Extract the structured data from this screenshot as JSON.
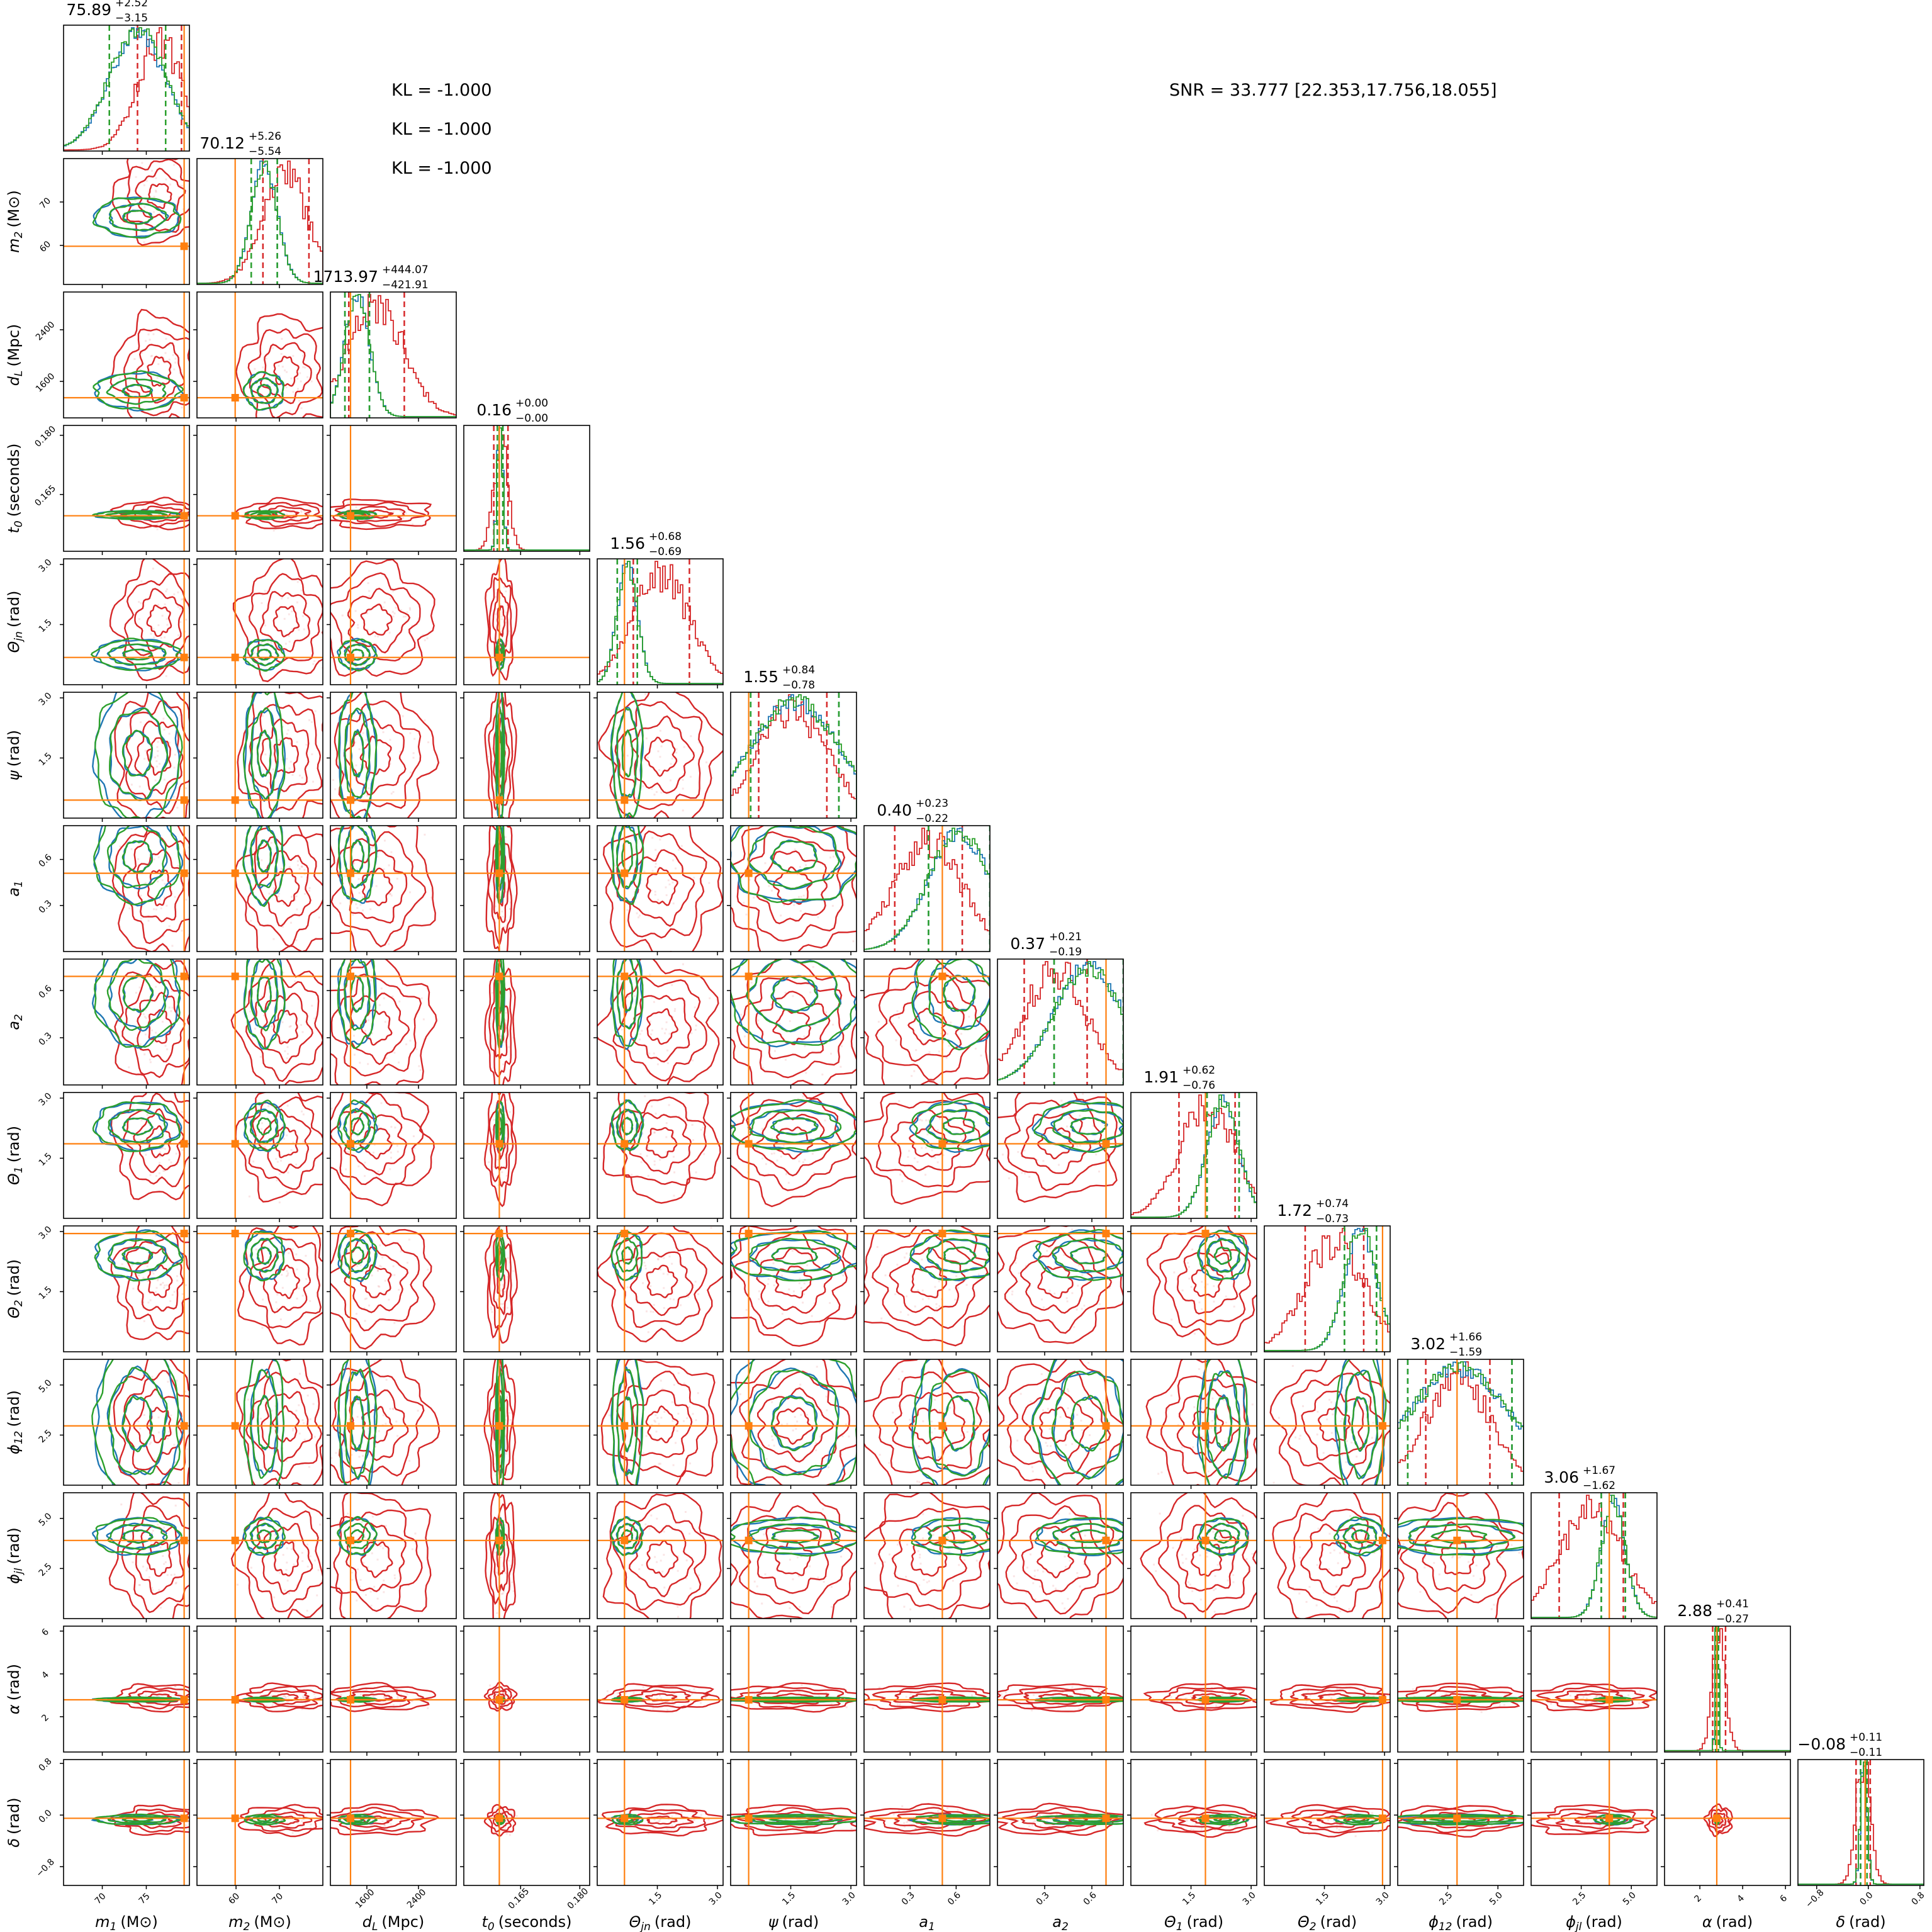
{
  "annotations": {
    "kl": [
      "KL = -1.000",
      "KL = -1.000",
      "KL = -1.000"
    ],
    "snr": "SNR = 33.777 [22.353,17.756,18.055]"
  },
  "colors": {
    "red": "#d62728",
    "blue": "#1f77b4",
    "green": "#2ca02c",
    "truth": "#ff7f0e"
  },
  "chart_data": {
    "type": "corner",
    "title": "",
    "series": [
      "red",
      "blue",
      "green"
    ],
    "parameters": [
      {
        "key": "m1",
        "label": {
          "sym": "m",
          "sub": "1",
          "unit": "(M⊙)"
        },
        "title": {
          "median": "75.89",
          "plus": "+2.52",
          "minus": "−3.15"
        },
        "ticks": [
          70,
          75
        ],
        "tick_labels": [
          "70",
          "75"
        ],
        "range": [
          65.6,
          79.9
        ],
        "truth": 79.3,
        "posterior": {
          "red": [
            76.5,
            2.5
          ],
          "blue": [
            74.0,
            3.2
          ],
          "green": [
            74.0,
            3.2
          ]
        }
      },
      {
        "key": "m2",
        "label": {
          "sym": "m",
          "sub": "2",
          "unit": "(M⊙)"
        },
        "title": {
          "median": "70.12",
          "plus": "+5.26",
          "minus": "−5.54"
        },
        "ticks": [
          60,
          70
        ],
        "tick_labels": [
          "60",
          "70"
        ],
        "range": [
          51,
          80
        ],
        "truth": 59.8,
        "posterior": {
          "red": [
            71.5,
            5.3
          ],
          "blue": [
            66.5,
            3.0
          ],
          "green": [
            66.5,
            3.0
          ]
        }
      },
      {
        "key": "dL",
        "label": {
          "sym": "d",
          "sub": "L",
          "unit": "(Mpc)"
        },
        "title": {
          "median": "1713.97",
          "plus": "+444.07",
          "minus": "−421.91"
        },
        "ticks": [
          1600,
          2400
        ],
        "tick_labels": [
          "1600",
          "2400"
        ],
        "range": [
          1035,
          2985
        ],
        "truth": 1347,
        "posterior": {
          "red": [
            1750,
            430
          ],
          "blue": [
            1450,
            190
          ],
          "green": [
            1450,
            190
          ]
        }
      },
      {
        "key": "t0",
        "label": {
          "sym": "t",
          "sub": "0",
          "unit": "(seconds)"
        },
        "title": {
          "median": "0.16",
          "plus": "+0.00",
          "minus": "−0.00"
        },
        "ticks": [
          0.165,
          0.18
        ],
        "tick_labels": [
          "0.165",
          "0.180"
        ],
        "range": [
          0.1506,
          0.1825
        ],
        "truth": 0.1596,
        "posterior": {
          "red": [
            0.16,
            0.0018
          ],
          "blue": [
            0.1598,
            0.0007
          ],
          "green": [
            0.1598,
            0.0007
          ]
        }
      },
      {
        "key": "theta_jn",
        "label": {
          "sym": "Θ",
          "sub": "jn",
          "unit": "(rad)"
        },
        "title": {
          "median": "1.56",
          "plus": "+0.68",
          "minus": "−0.69"
        },
        "ticks": [
          1.5,
          3.0
        ],
        "tick_labels": [
          "1.5",
          "3.0"
        ],
        "range": [
          0,
          3.14
        ],
        "truth": 0.68,
        "posterior": {
          "red": [
            1.6,
            0.7
          ],
          "blue": [
            0.75,
            0.25
          ],
          "green": [
            0.75,
            0.25
          ]
        }
      },
      {
        "key": "psi",
        "label": {
          "sym": "ψ",
          "sub": "",
          "unit": "(rad)"
        },
        "title": {
          "median": "1.55",
          "plus": "+0.84",
          "minus": "−0.78"
        },
        "ticks": [
          1.5,
          3.0
        ],
        "tick_labels": [
          "1.5",
          "3.0"
        ],
        "range": [
          0,
          3.14
        ],
        "truth": 0.45,
        "posterior": {
          "red": [
            1.55,
            0.85
          ],
          "blue": [
            1.6,
            1.1
          ],
          "green": [
            1.6,
            1.1
          ]
        }
      },
      {
        "key": "a1",
        "label": {
          "sym": "a",
          "sub": "1",
          "unit": ""
        },
        "title": {
          "median": "0.40",
          "plus": "+0.23",
          "minus": "−0.22"
        },
        "ticks": [
          0.3,
          0.6
        ],
        "tick_labels": [
          "0.3",
          "0.6"
        ],
        "range": [
          0,
          0.82
        ],
        "truth": 0.51,
        "posterior": {
          "red": [
            0.42,
            0.22
          ],
          "blue": [
            0.62,
            0.2
          ],
          "green": [
            0.62,
            0.2
          ]
        }
      },
      {
        "key": "a2",
        "label": {
          "sym": "a",
          "sub": "2",
          "unit": ""
        },
        "title": {
          "median": "0.37",
          "plus": "+0.21",
          "minus": "−0.19"
        },
        "ticks": [
          0.3,
          0.6
        ],
        "tick_labels": [
          "0.3",
          "0.6"
        ],
        "range": [
          0,
          0.8
        ],
        "truth": 0.69,
        "posterior": {
          "red": [
            0.37,
            0.2
          ],
          "blue": [
            0.58,
            0.22
          ],
          "green": [
            0.58,
            0.22
          ]
        }
      },
      {
        "key": "theta1",
        "label": {
          "sym": "Θ",
          "sub": "1",
          "unit": "(rad)"
        },
        "title": {
          "median": "1.91",
          "plus": "+0.62",
          "minus": "−0.76"
        },
        "ticks": [
          1.5,
          3.0
        ],
        "tick_labels": [
          "1.5",
          "3.0"
        ],
        "range": [
          0,
          3.14
        ],
        "truth": 1.86,
        "posterior": {
          "red": [
            1.9,
            0.7
          ],
          "blue": [
            2.3,
            0.4
          ],
          "green": [
            2.3,
            0.4
          ]
        }
      },
      {
        "key": "theta2",
        "label": {
          "sym": "Θ",
          "sub": "2",
          "unit": "(rad)"
        },
        "title": {
          "median": "1.72",
          "plus": "+0.74",
          "minus": "−0.73"
        },
        "ticks": [
          1.5,
          3.0
        ],
        "tick_labels": [
          "1.5",
          "3.0"
        ],
        "range": [
          0,
          3.14
        ],
        "truth": 2.95,
        "posterior": {
          "red": [
            1.75,
            0.73
          ],
          "blue": [
            2.4,
            0.4
          ],
          "green": [
            2.4,
            0.4
          ]
        }
      },
      {
        "key": "phi12",
        "label": {
          "sym": "ϕ",
          "sub": "12",
          "unit": "(rad)"
        },
        "title": {
          "median": "3.02",
          "plus": "+1.66",
          "minus": "−1.59"
        },
        "ticks": [
          2.5,
          5.0
        ],
        "tick_labels": [
          "2.5",
          "5.0"
        ],
        "range": [
          0,
          6.28
        ],
        "truth": 2.96,
        "posterior": {
          "red": [
            3.0,
            1.6
          ],
          "blue": [
            3.1,
            2.6
          ],
          "green": [
            3.1,
            2.6
          ]
        }
      },
      {
        "key": "phijl",
        "label": {
          "sym": "ϕ",
          "sub": "jl",
          "unit": "(rad)"
        },
        "title": {
          "median": "3.06",
          "plus": "+1.67",
          "minus": "−1.62"
        },
        "ticks": [
          2.5,
          5.0
        ],
        "tick_labels": [
          "2.5",
          "5.0"
        ],
        "range": [
          0,
          6.28
        ],
        "truth": 3.9,
        "posterior": {
          "red": [
            3.0,
            1.6
          ],
          "blue": [
            4.1,
            0.6
          ],
          "green": [
            4.1,
            0.6
          ]
        }
      },
      {
        "key": "alpha",
        "label": {
          "sym": "α",
          "sub": "",
          "unit": "(rad)"
        },
        "title": {
          "median": "2.88",
          "plus": "+0.41",
          "minus": "−0.27"
        },
        "ticks": [
          2,
          4,
          6
        ],
        "tick_labels": [
          "2",
          "4",
          "6"
        ],
        "range": [
          0.35,
          6.23
        ],
        "truth": 2.79,
        "posterior": {
          "red": [
            2.9,
            0.3
          ],
          "blue": [
            2.8,
            0.07
          ],
          "green": [
            2.8,
            0.07
          ]
        }
      },
      {
        "key": "delta",
        "label": {
          "sym": "δ",
          "sub": "",
          "unit": "(rad)"
        },
        "title": {
          "median": "−0.08",
          "plus": "+0.11",
          "minus": "−0.11"
        },
        "ticks": [
          -0.8,
          0.0,
          0.8
        ],
        "tick_labels": [
          "−0.8",
          "0.0",
          "0.8"
        ],
        "range": [
          -1.09,
          0.86
        ],
        "truth": -0.05,
        "posterior": {
          "red": [
            -0.08,
            0.11
          ],
          "blue": [
            -0.07,
            0.05
          ],
          "green": [
            -0.07,
            0.05
          ]
        }
      }
    ]
  }
}
